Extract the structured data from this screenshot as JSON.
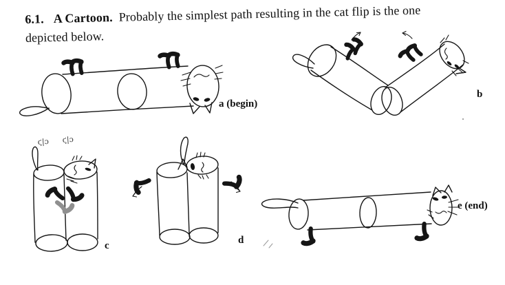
{
  "page": {
    "background": "#ffffff",
    "ink_color": "#151515"
  },
  "heading": {
    "section_number": "6.1.",
    "section_title": "A Cartoon.",
    "body_line1": "Probably the simplest path resulting in the cat flip is the one",
    "body_line2": "depicted below."
  },
  "figure": {
    "description_names": [
      "cat-flip-stage-a",
      "cat-flip-stage-b",
      "cat-flip-stage-c",
      "cat-flip-stage-d",
      "cat-flip-stage-e"
    ],
    "stages": [
      {
        "id": "a",
        "label": "a (begin)"
      },
      {
        "id": "b",
        "label": "b"
      },
      {
        "id": "c",
        "label": "c"
      },
      {
        "id": "d",
        "label": "d"
      },
      {
        "id": "e",
        "label": "e (end)"
      }
    ],
    "twist_symbols": [
      "ϛ|ɔ",
      "ϛ|ɔ"
    ]
  }
}
